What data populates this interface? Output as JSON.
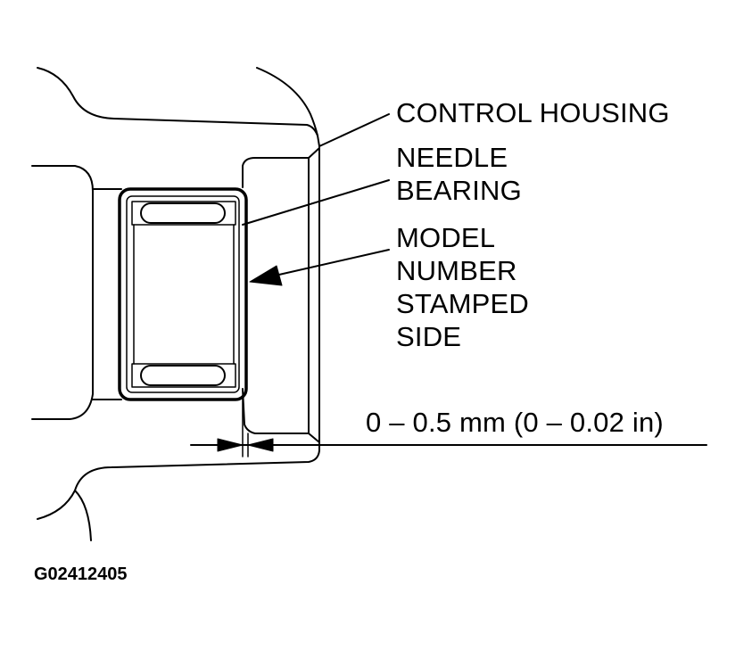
{
  "labels": {
    "control_housing": "CONTROL HOUSING",
    "needle_bearing": [
      "NEEDLE",
      "BEARING"
    ],
    "model_number": [
      "MODEL",
      "NUMBER",
      "STAMPED",
      "SIDE"
    ],
    "dimension": "0 – 0.5 mm (0 – 0.02 in)"
  },
  "figure_id": "G02412405",
  "colors": {
    "line": "#000000",
    "background": "#ffffff"
  }
}
